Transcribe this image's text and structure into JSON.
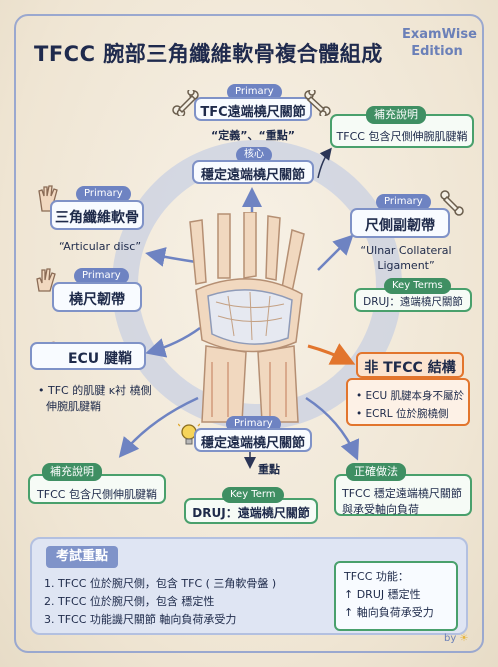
{
  "header": {
    "title": "TFCC 腕部三角纖維軟骨複合體組成",
    "edition_line1": "ExamWise",
    "edition_line2": "Edition"
  },
  "top_center": {
    "badge": "Primary",
    "label": "TFC遠端橈尺關節",
    "quote": "“定義”、“重點”",
    "core_badge": "核心",
    "core_label": "穩定遠端橈尺關節"
  },
  "supplement_top": {
    "badge": "補充說明",
    "text": "TFCC 包含尺側伸腕肌腱鞘"
  },
  "left_disc": {
    "badge": "Primary",
    "label": "三角纖維軟骨",
    "note": "“Articular disc”"
  },
  "left_ligament": {
    "badge": "Primary",
    "label": "橈尺韌帶"
  },
  "ecu": {
    "label": "ECU 腱鞘",
    "bullet1": "• TFC 的肌腱 ĸ衬 橈側",
    "bullet2": "伸腕肌腱鞘"
  },
  "right_ucl": {
    "badge": "Primary",
    "label": "尺側副韌帶",
    "note1": "“Ulnar Collateral",
    "note2": "Ligament”",
    "key_badge": "Key Terms",
    "key_text": "DRUJ：遠端橈尺關節"
  },
  "non_tfcc": {
    "label": "非 TFCC 結構",
    "bullet1": "• ECU 肌腱本身不屬於",
    "bullet2": "• ECRL 位於腕橈側"
  },
  "bottom_center": {
    "badge": "Primary",
    "label": "穩定遠端橈尺關節",
    "arrow_label": "重點",
    "key_badge": "Key Term",
    "key_text": "DRUJ：遠端橈尺關節"
  },
  "supplement_bottom": {
    "badge": "補充說明",
    "text": "TFCC 包含尺側伸肌腱鞘"
  },
  "correct": {
    "badge": "正確做法",
    "line1": "TFCC 穩定遠端橈尺關節",
    "line2": "與承受軸向負荷"
  },
  "exam": {
    "title": "考試重點",
    "line1": "1. TFCC 位於腕尺側，包含 TFC ( 三角軟骨盤 )",
    "line2": "2. TFCC 位於腕尺側，包含 穩定性",
    "line3": "3. TFCC 功能譏尺關節 軸向負荷承受力",
    "func_title": "TFCC 功能：",
    "func1": "↑ DRUJ 穩定性",
    "func2": "↑ 軸向負荷承受力"
  },
  "byline": "by",
  "colors": {
    "primary_blue": "#6e83c2",
    "green": "#3f8f63",
    "orange": "#e2752d",
    "navy_text": "#1e2a4a"
  }
}
